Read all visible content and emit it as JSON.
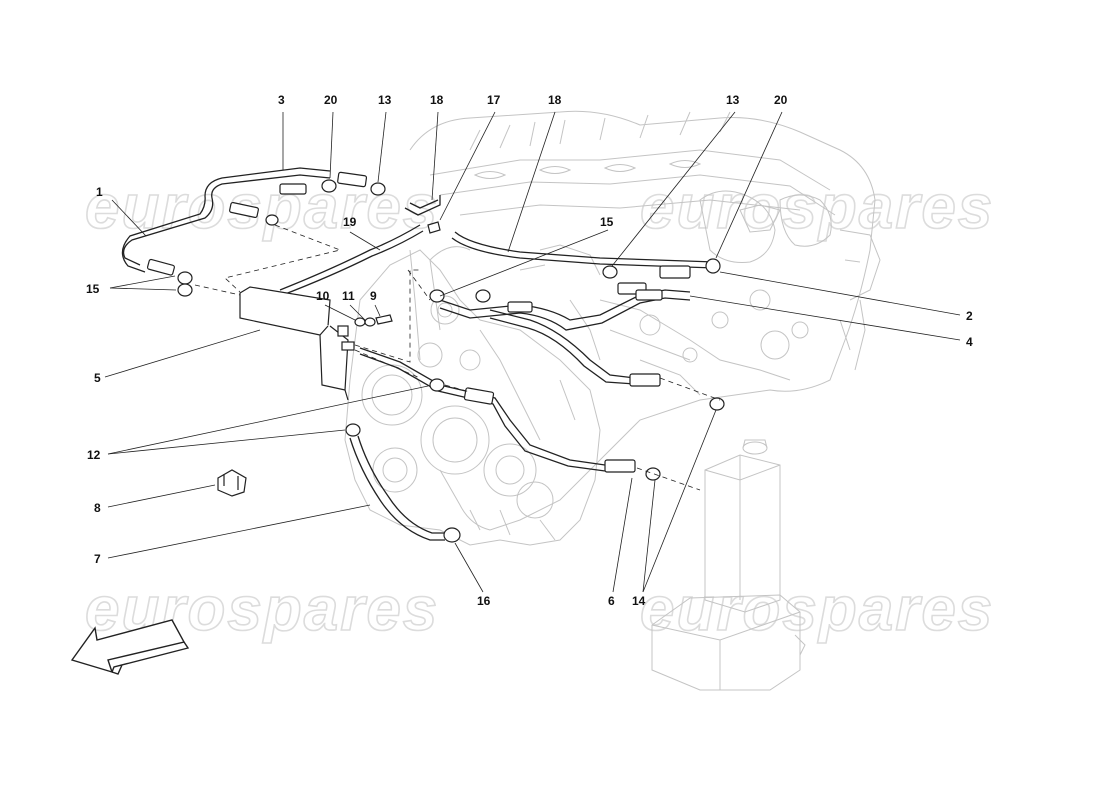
{
  "watermark": {
    "text": "eurospares",
    "color": "#dcdcdc"
  },
  "callouts": [
    {
      "id": "c1",
      "text": "1"
    },
    {
      "id": "c2",
      "text": "2"
    },
    {
      "id": "c3",
      "text": "3"
    },
    {
      "id": "c4",
      "text": "4"
    },
    {
      "id": "c5",
      "text": "5"
    },
    {
      "id": "c6",
      "text": "6"
    },
    {
      "id": "c7",
      "text": "7"
    },
    {
      "id": "c8",
      "text": "8"
    },
    {
      "id": "c9",
      "text": "9"
    },
    {
      "id": "c10",
      "text": "10"
    },
    {
      "id": "c11",
      "text": "11"
    },
    {
      "id": "c12",
      "text": "12"
    },
    {
      "id": "c13a",
      "text": "13"
    },
    {
      "id": "c13b",
      "text": "13"
    },
    {
      "id": "c14",
      "text": "14"
    },
    {
      "id": "c15a",
      "text": "15"
    },
    {
      "id": "c15b",
      "text": "15"
    },
    {
      "id": "c16",
      "text": "16"
    },
    {
      "id": "c17",
      "text": "17"
    },
    {
      "id": "c18a",
      "text": "18"
    },
    {
      "id": "c18b",
      "text": "18"
    },
    {
      "id": "c19",
      "text": "19"
    },
    {
      "id": "c20a",
      "text": "20"
    },
    {
      "id": "c20b",
      "text": "20"
    }
  ],
  "icons": {
    "direction_arrow": "front-direction-arrow-icon"
  }
}
